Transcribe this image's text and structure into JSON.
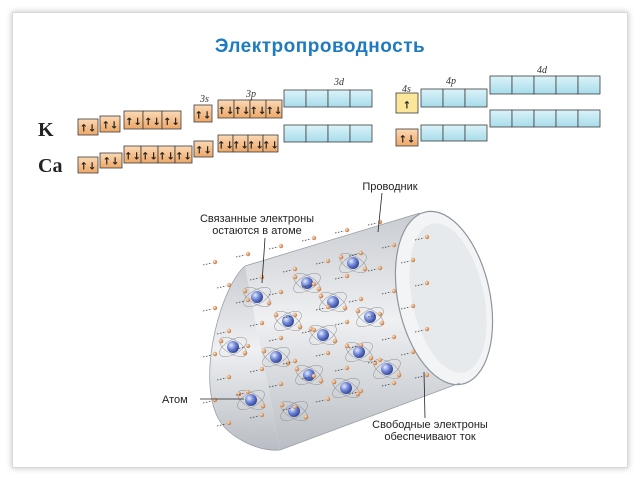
{
  "title": "Электропроводность",
  "elements": {
    "potassium": "K",
    "calcium": "Ca"
  },
  "subshell_labels": {
    "s3": "3s",
    "p3": "3p",
    "d3": "3d",
    "s4": "4s",
    "p4": "4p",
    "d4": "4d"
  },
  "arrows": {
    "pair": "↑↓",
    "single": "↑"
  },
  "annotations": {
    "conductor": "Проводник",
    "bound_line1": "Связанные электроны",
    "bound_line2": "остаются в атоме",
    "atom": "Атом",
    "free_line1": "Свободные электроны",
    "free_line2": "обеспечивают ток"
  },
  "colors": {
    "title": "#1f7bc0",
    "filled_box": "#f6c392",
    "empty_box": "#bfe7f1",
    "highlight_box": "#fbe79a",
    "conductor": "#d8dbdf"
  }
}
